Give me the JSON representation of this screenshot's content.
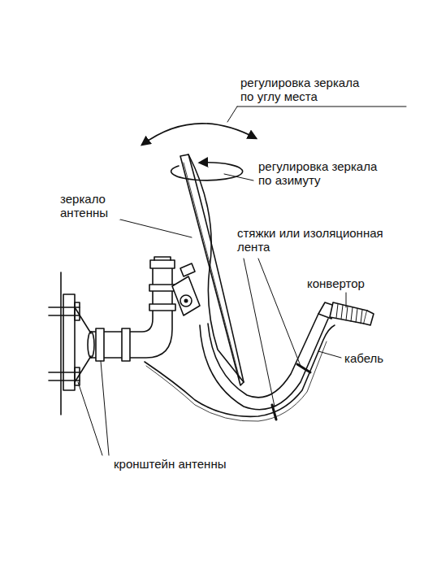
{
  "diagram": {
    "labels": [
      "регулировка зеркала по углу места",
      "регулировка зеркала по азимуту",
      "зеркало антенны",
      "стяжки или изоляционная лента",
      "конвертор",
      "кабель",
      "кронштейн антенны"
    ]
  }
}
